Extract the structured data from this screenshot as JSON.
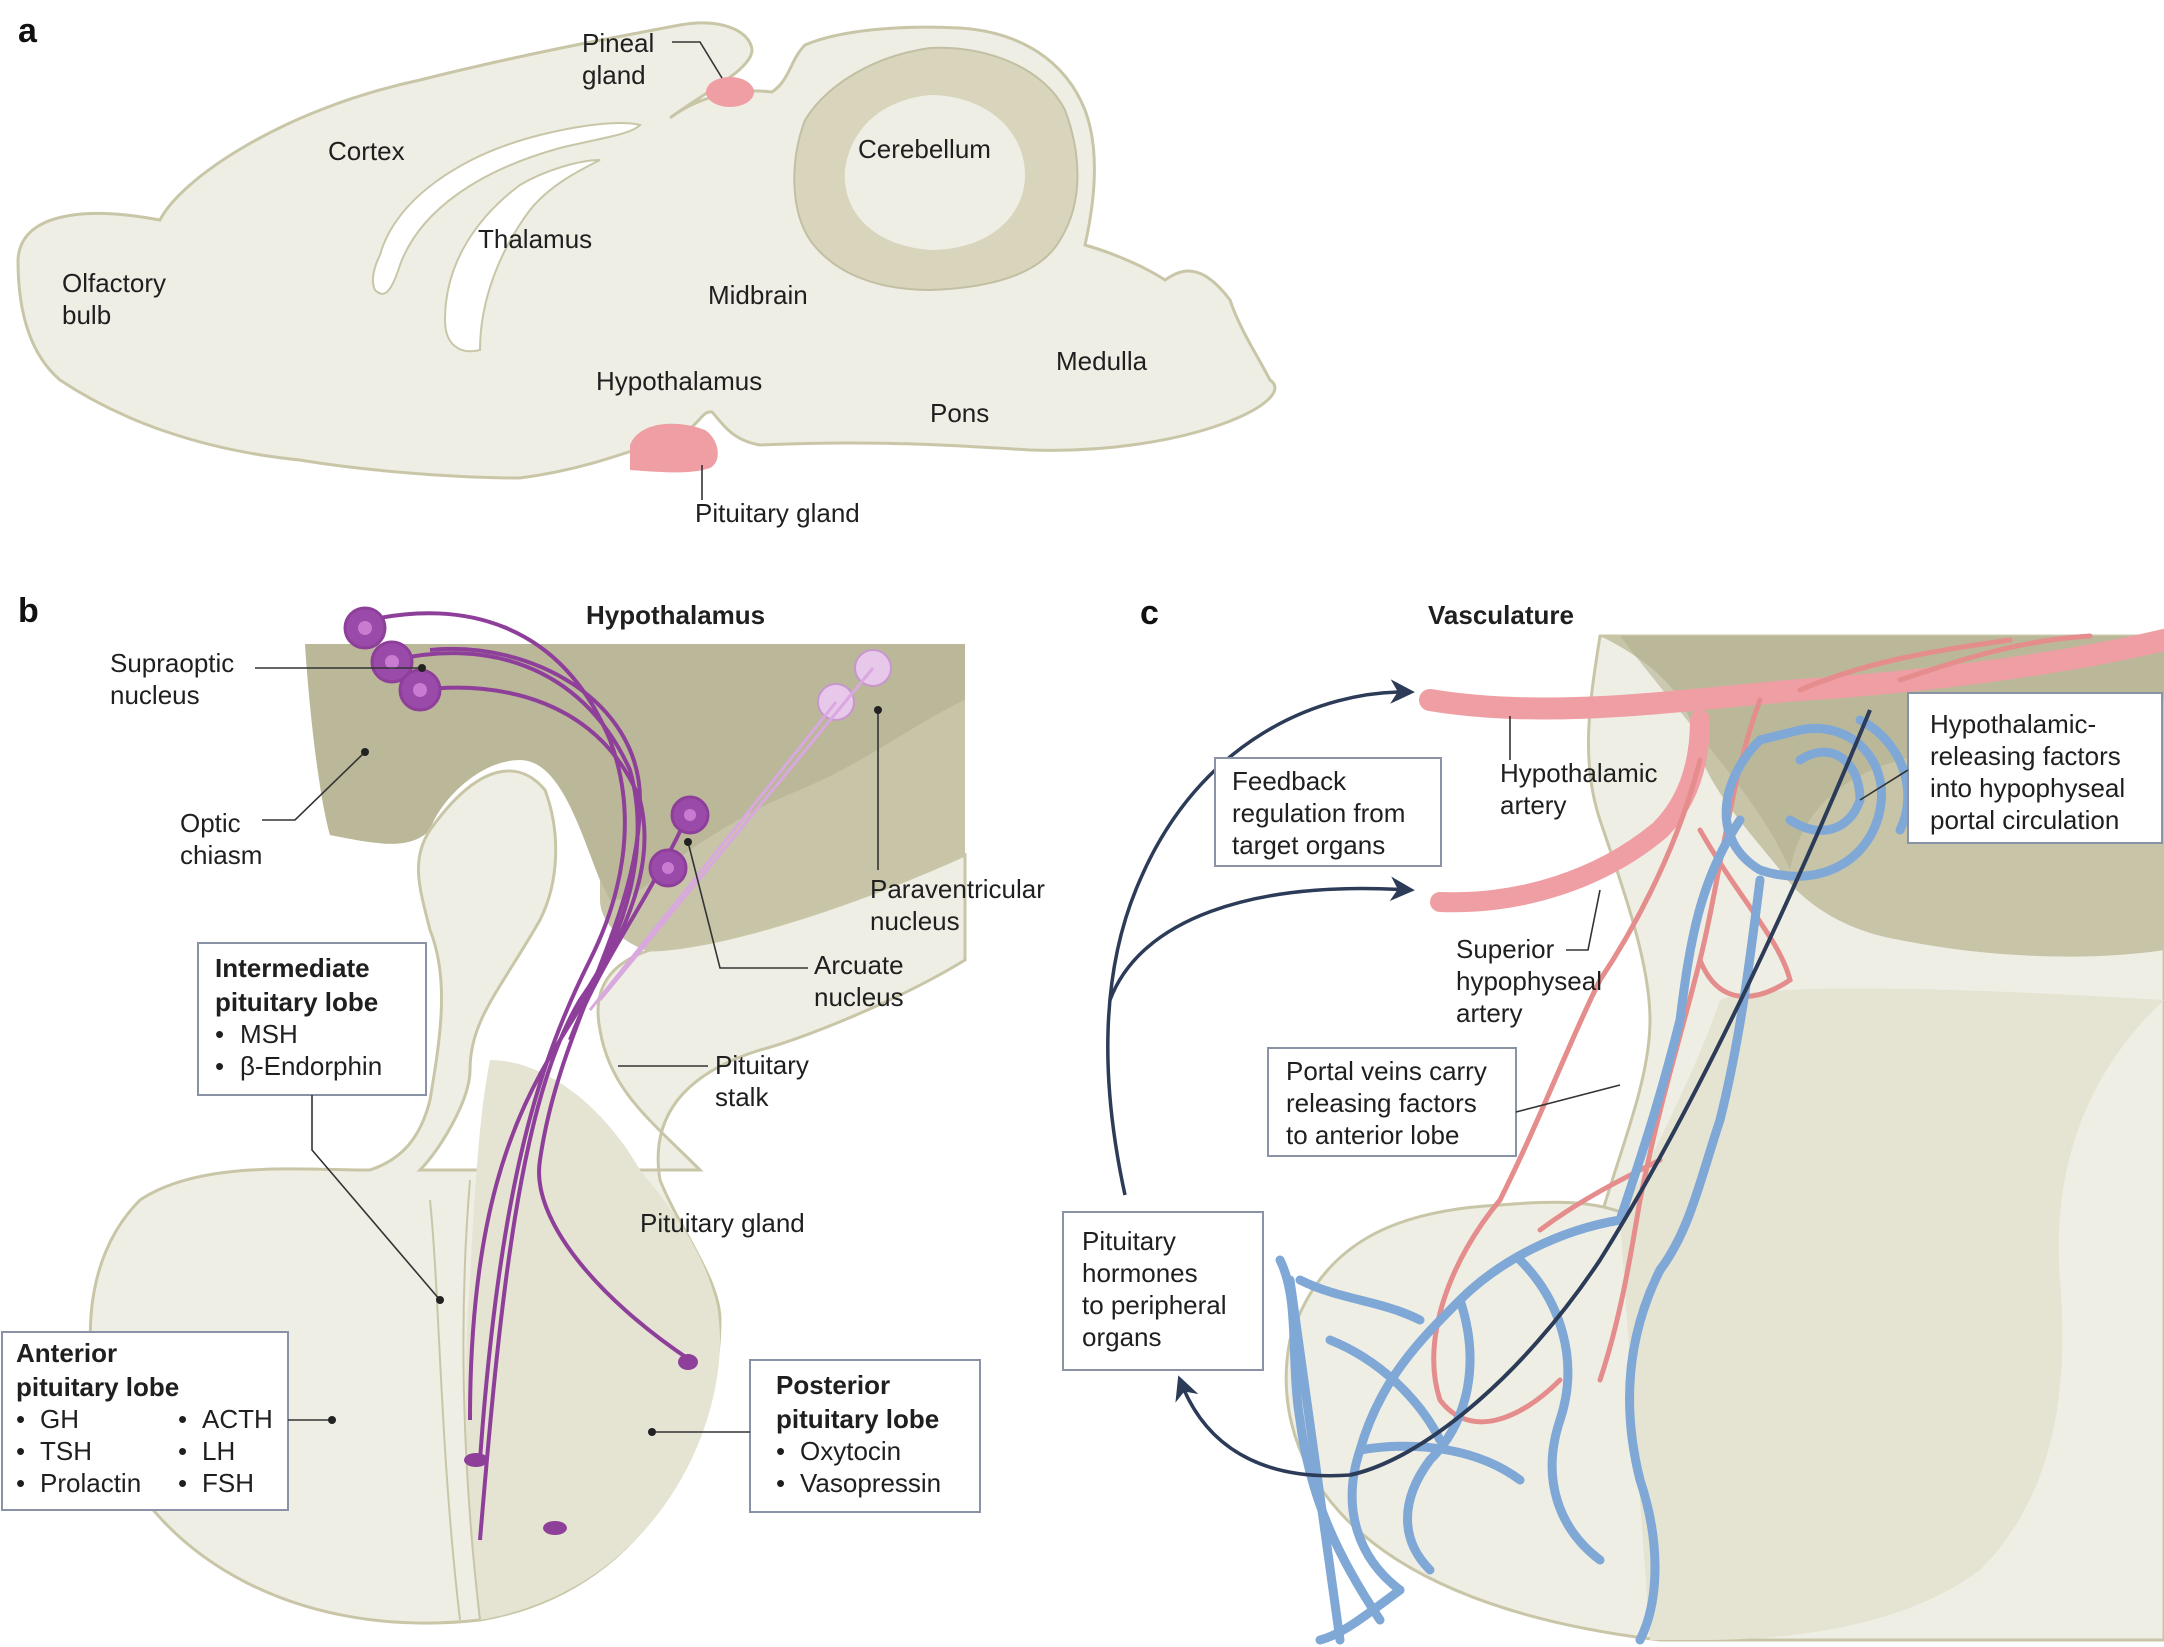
{
  "panels": {
    "a": "a",
    "b": "b",
    "c": "c"
  },
  "panel_a": {
    "labels": {
      "pineal": [
        "Pineal",
        "gland"
      ],
      "cortex": "Cortex",
      "cerebellum": "Cerebellum",
      "thalamus": "Thalamus",
      "olfactory": [
        "Olfactory",
        "bulb"
      ],
      "midbrain": "Midbrain",
      "hypothalamus": "Hypothalamus",
      "medulla": "Medulla",
      "pons": "Pons",
      "pituitary": "Pituitary gland"
    }
  },
  "panel_b": {
    "title": "Hypothalamus",
    "labels": {
      "supraoptic": [
        "Supraoptic",
        "nucleus"
      ],
      "optic": [
        "Optic",
        "chiasm"
      ],
      "paraventricular": [
        "Paraventricular",
        "nucleus"
      ],
      "arcuate": [
        "Arcuate",
        "nucleus"
      ],
      "stalk": [
        "Pituitary",
        "stalk"
      ],
      "gland": "Pituitary gland"
    },
    "intermediate": {
      "title": [
        "Intermediate",
        "pituitary lobe"
      ],
      "items": [
        "MSH",
        "β-Endorphin"
      ]
    },
    "anterior": {
      "title": [
        "Anterior",
        "pituitary lobe"
      ],
      "col1": [
        "GH",
        "TSH",
        "Prolactin"
      ],
      "col2": [
        "ACTH",
        "LH",
        "FSH"
      ]
    },
    "posterior": {
      "title": [
        "Posterior",
        "pituitary lobe"
      ],
      "items": [
        "Oxytocin",
        "Vasopressin"
      ]
    },
    "bullet": "•"
  },
  "panel_c": {
    "title": "Vasculature",
    "feedback": [
      "Feedback",
      "regulation from",
      "target organs"
    ],
    "hypothalamic_artery": [
      "Hypothalamic",
      "artery"
    ],
    "superior": [
      "Superior",
      "hypophyseal",
      "artery"
    ],
    "releasing": [
      "Hypothalamic-",
      "releasing factors",
      "into hypophyseal",
      "portal circulation"
    ],
    "portal": [
      "Portal veins carry",
      "releasing factors",
      "to anterior lobe"
    ],
    "hormones": [
      "Pituitary",
      "hormones",
      "to peripheral",
      "organs"
    ]
  },
  "colors": {
    "tissue": "#efeee4",
    "tissue_dark": "#c7c4a8",
    "pink": "#ef9ea4",
    "purple": "#8e3f9a",
    "vein": "#7fa8d6",
    "artery": "#e58c8c",
    "arrow": "#2c3b57"
  }
}
